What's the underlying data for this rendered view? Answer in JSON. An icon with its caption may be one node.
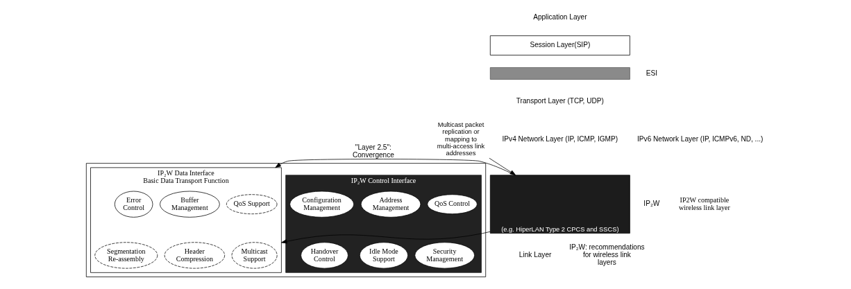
{
  "diagram": {
    "nodes": [
      {
        "text": [],
        "shape": "box"
      },
      {
        "text": [
          "IP₂W Control Interface"
        ],
        "in": 0
      },
      {
        "text": [
          "Configuration Management"
        ],
        "in": 1
      },
      {
        "text": [
          "Address Management"
        ],
        "in": 1
      },
      {
        "text": [
          "QoS Control"
        ],
        "in": 1
      },
      {
        "text": [
          "Handover Control"
        ],
        "in": 1
      },
      {
        "text": [
          "Idle Mode Support"
        ],
        "in": 1
      },
      {
        "text": [
          "Security Management"
        ],
        "in": 1
      },
      {
        "text": [
          "IP₂W Data Interface",
          "Basic Data Transport Function"
        ],
        "in": 0
      },
      {
        "text": [
          "Error Control"
        ],
        "in": 8
      },
      {
        "text": [
          "Buffer Management"
        ],
        "in": 8
      },
      {
        "text": [
          "QoS Support"
        ],
        "in": 8
      },
      {
        "text": [
          "Segmentation Re-assembly"
        ],
        "in": 8
      },
      {
        "text": [
          "Header Compression"
        ],
        "in": 8
      },
      {
        "text": [
          "Multicast Support"
        ],
        "in": 8
      },
      {
        "text": [
          "Session Layer(SIP)"
        ]
      },
      {
        "text": [],
        "shape": "bar",
        "beside": [
          "ESI"
        ]
      },
      {
        "text": [
          "(e.g. HiperLAN Type 2 CPCS and SSCS)"
        ],
        "beside": [
          "IP₂W"
        ]
      },
      {
        "text": [
          "Multicast packet replication or mapping to multi-access link addresses"
        ]
      }
    ],
    "edges": [
      {
        "from": 17,
        "to": 8,
        "arrow": "to",
        "label": "\"Layer 2.5\": Convergence"
      },
      {
        "from": 17,
        "to": 8,
        "arrow": "to"
      },
      {
        "from": 18,
        "to": 17,
        "arrow": "to"
      }
    ],
    "labels": [
      "Application Layer",
      "Transport Layer (TCP, UDP)",
      "IPv4 Network Layer (IP, ICMP, IGMP)",
      "IPv6 Network Layer (IP, ICMPv6, ND, ...)",
      "IP2W compatible wireless link layer",
      "Link Layer",
      "IP₂W: recommendations for wireless link layers"
    ]
  }
}
